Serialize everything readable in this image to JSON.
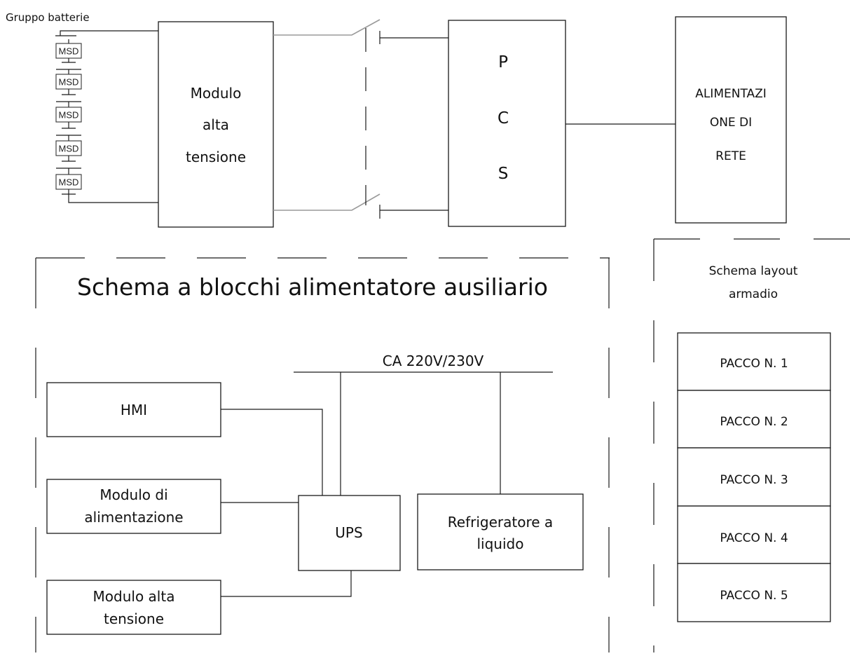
{
  "top": {
    "battery_group_label": "Gruppo batterie",
    "msd_labels": [
      "MSD",
      "MSD",
      "MSD",
      "MSD",
      "MSD"
    ],
    "hv_module_lines": [
      "Modulo",
      "alta",
      "tensione"
    ],
    "pcs_letters": [
      "P",
      "C",
      "S"
    ],
    "grid_lines": [
      "ALIMENTAZI",
      "ONE DI",
      "RETE"
    ]
  },
  "aux": {
    "title": "Schema a blocchi alimentatore ausiliario",
    "bus_label": "CA 220V/230V",
    "hmi_label": "HMI",
    "power_module_lines": [
      "Modulo di",
      "alimentazione"
    ],
    "hv_module_lines": [
      "Modulo alta",
      "tensione"
    ],
    "ups_label": "UPS",
    "chiller_lines": [
      "Refrigeratore a",
      "liquido"
    ]
  },
  "layout": {
    "title_lines": [
      "Schema layout",
      "armadio"
    ],
    "packs": [
      "PACCO N. 1",
      "PACCO N. 2",
      "PACCO N. 3",
      "PACCO N. 4",
      "PACCO N. 5"
    ]
  }
}
